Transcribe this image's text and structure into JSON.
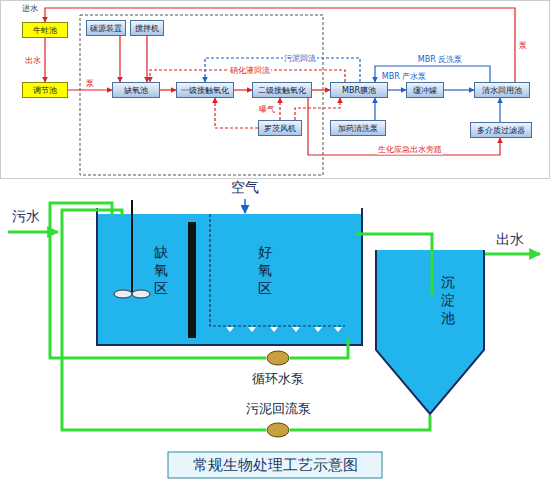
{
  "diagram": {
    "caption": "常规生物处理工艺示意图",
    "nodes": [
      {
        "text": [
          "牛蛙池"
        ]
      },
      {
        "text": [
          "调节池"
        ]
      },
      {
        "text": [
          "碳源装置"
        ]
      },
      {
        "text": [
          "搅拌机"
        ]
      },
      {
        "text": [
          "缺氧池"
        ]
      },
      {
        "text": [
          "一级接触氧化"
        ]
      },
      {
        "text": [
          "二级接触氧化"
        ]
      },
      {
        "text": [
          "罗茨风机"
        ]
      },
      {
        "text": [
          "MBR膜池"
        ]
      },
      {
        "text": [
          "加药清洗泵"
        ]
      },
      {
        "text": [
          "缓冲罐"
        ]
      },
      {
        "text": [
          "清水回用池"
        ]
      },
      {
        "text": [
          "多介质过滤器"
        ]
      },
      {
        "text": [
          "缺氧区"
        ]
      },
      {
        "text": [
          "好氧区"
        ]
      },
      {
        "text": [
          "沉淀池"
        ]
      },
      {
        "text": [
          "循环水泵"
        ]
      },
      {
        "text": [
          "污泥回流泵"
        ]
      }
    ],
    "edges": [
      {
        "from": 0,
        "to": 1,
        "label": "出水",
        "arrow": "to"
      },
      {
        "from": 1,
        "to": 4,
        "label": "泵",
        "arrow": "to"
      },
      {
        "from": 2,
        "to": 4,
        "arrow": "to"
      },
      {
        "from": 3,
        "to": 4,
        "arrow": "to"
      },
      {
        "from": 4,
        "to": 5,
        "arrow": "to"
      },
      {
        "from": 5,
        "to": 6,
        "arrow": "to"
      },
      {
        "from": 6,
        "to": 8,
        "arrow": "to"
      },
      {
        "from": 8,
        "to": 4,
        "label": "硝化液回流",
        "arrow": "to"
      },
      {
        "from": 8,
        "to": 5,
        "label": "污泥回流",
        "arrow": "to"
      },
      {
        "from": 7,
        "to": 5,
        "arrow": "to"
      },
      {
        "from": 7,
        "to": 6,
        "label": "曝气",
        "arrow": "to"
      },
      {
        "from": 7,
        "to": 8,
        "arrow": "to"
      },
      {
        "from": 9,
        "to": 8,
        "arrow": "to"
      },
      {
        "from": 8,
        "to": 10,
        "label": "MBR 产水泵",
        "arrow": "to"
      },
      {
        "from": 10,
        "to": 11,
        "arrow": "to"
      },
      {
        "from": 11,
        "to": 8,
        "label": "MBR 反洗泵",
        "arrow": "to"
      },
      {
        "from": 6,
        "to": 12,
        "label": "生化应急出水旁路",
        "arrow": "to"
      },
      {
        "from": 12,
        "to": 11,
        "arrow": "to"
      },
      {
        "from": 11,
        "to": 0,
        "label": "泵",
        "arrow": "to"
      },
      {
        "from": 14,
        "to": 15,
        "arrow": "none"
      },
      {
        "from": 14,
        "to": 16,
        "arrow": "none"
      },
      {
        "from": 16,
        "to": 13,
        "arrow": "none"
      },
      {
        "from": 15,
        "to": 17,
        "arrow": "none"
      },
      {
        "from": 17,
        "to": 13,
        "arrow": "none"
      }
    ],
    "labels": [
      "进水",
      "污水",
      "空气",
      "出水"
    ]
  }
}
